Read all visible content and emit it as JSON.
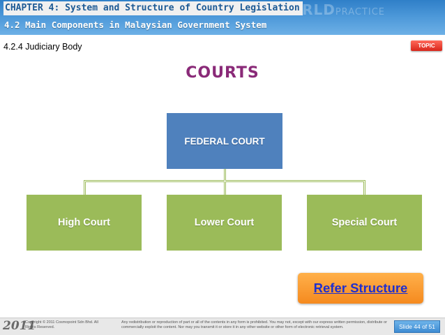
{
  "header": {
    "chapter": "CHAPTER 4: System and Structure of Country Legislation",
    "subtitle": "4.2 Main Components in Malaysian Government System",
    "watermark_main": "WORLD",
    "watermark_sub": "PRACTICE"
  },
  "section": {
    "label": "4.2.4  Judiciary Body"
  },
  "topic_button": {
    "label": "TOPIC"
  },
  "slide": {
    "title": "COURTS"
  },
  "org_chart": {
    "root": "FEDERAL COURT",
    "children": [
      "High Court",
      "Lower Court",
      "Special Court"
    ]
  },
  "refer_button": {
    "label": "Refer Structure"
  },
  "footer": {
    "year": "2011",
    "copyright": "Copyright © 2011 Cosmopoint Sdn Bhd. All Rights Reserved.",
    "notice": "Any redistribution or reproduction of part or all of the contents in any form is prohibited. You may not, except with our express written permission, distribute or commercially exploit the content. Nor may you transmit it or store it in any other website or other form of electronic retrieval system.",
    "slide_number": "Slide 44 of 51"
  },
  "colors": {
    "header_blue": "#4b97d8",
    "federal_box": "#4f81bd",
    "child_box": "#9bbb59",
    "title_purple": "#8a2a78",
    "refer_orange": "#f58a1f",
    "topic_red": "#d9261b"
  }
}
